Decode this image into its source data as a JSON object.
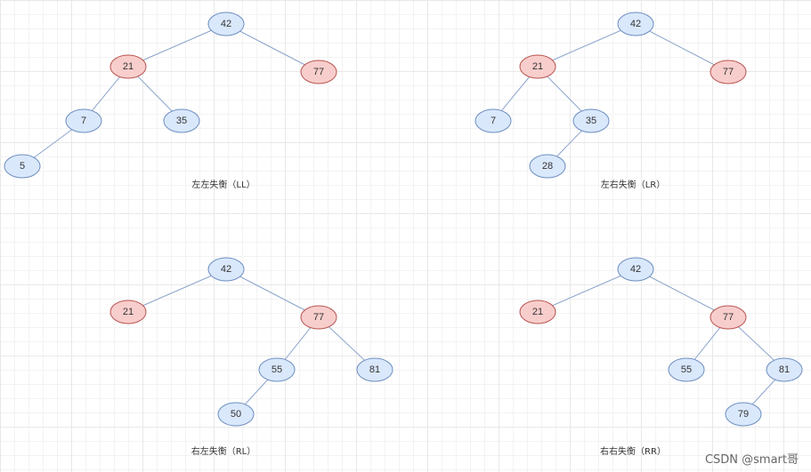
{
  "colors": {
    "normal_fill": "#dae8fc",
    "normal_stroke": "#6c8ebf",
    "highlight_fill": "#f8cecc",
    "highlight_stroke": "#b85450",
    "edge": "#8ba4cc"
  },
  "diagrams": [
    {
      "caption": "左左失衡（LL）",
      "nodes": [
        {
          "label": "42",
          "highlight": false
        },
        {
          "label": "21",
          "highlight": true
        },
        {
          "label": "77",
          "highlight": true
        },
        {
          "label": "7",
          "highlight": false
        },
        {
          "label": "35",
          "highlight": false
        },
        {
          "label": "5",
          "highlight": false
        }
      ]
    },
    {
      "caption": "左右失衡（LR）",
      "nodes": [
        {
          "label": "42",
          "highlight": false
        },
        {
          "label": "21",
          "highlight": true
        },
        {
          "label": "77",
          "highlight": true
        },
        {
          "label": "7",
          "highlight": false
        },
        {
          "label": "35",
          "highlight": false
        },
        {
          "label": "28",
          "highlight": false
        }
      ]
    },
    {
      "caption": "右左失衡（RL）",
      "nodes": [
        {
          "label": "42",
          "highlight": false
        },
        {
          "label": "21",
          "highlight": true
        },
        {
          "label": "77",
          "highlight": true
        },
        {
          "label": "55",
          "highlight": false
        },
        {
          "label": "81",
          "highlight": false
        },
        {
          "label": "50",
          "highlight": false
        }
      ]
    },
    {
      "caption": "右右失衡（RR）",
      "nodes": [
        {
          "label": "42",
          "highlight": false
        },
        {
          "label": "21",
          "highlight": true
        },
        {
          "label": "77",
          "highlight": true
        },
        {
          "label": "55",
          "highlight": false
        },
        {
          "label": "81",
          "highlight": false
        },
        {
          "label": "79",
          "highlight": false
        }
      ]
    }
  ],
  "watermark": "CSDN @smart哥"
}
